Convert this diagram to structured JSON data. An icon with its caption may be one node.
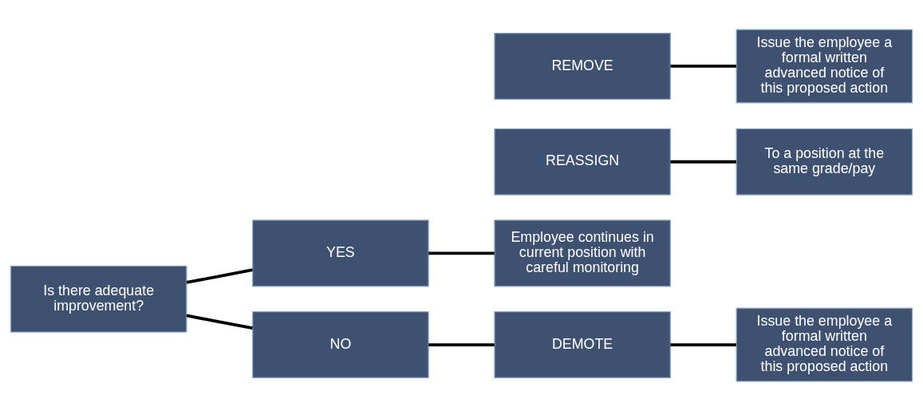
{
  "diagram": {
    "nodes": [
      {
        "text": [
          "Is there adequate improvement?"
        ]
      },
      {
        "text": [
          "YES"
        ]
      },
      {
        "text": [
          "Employee continues in current position with careful monitoring"
        ]
      },
      {
        "text": [
          "REASSIGN"
        ]
      },
      {
        "text": [
          "To a position at the same grade/pay"
        ]
      },
      {
        "text": [
          "NO"
        ]
      },
      {
        "text": [
          "DEMOTE"
        ]
      },
      {
        "text": [
          "Issue the employee a formal written advanced notice of this proposed action"
        ]
      },
      {
        "text": [
          "REMOVE"
        ]
      },
      {
        "text": [
          "Issue the employee a formal written advanced notice of this proposed action"
        ]
      }
    ],
    "edges": [
      {
        "from": 0,
        "to": 1,
        "arrow": "none"
      },
      {
        "from": 0,
        "to": 5,
        "arrow": "none"
      },
      {
        "from": 1,
        "to": 2,
        "arrow": "none"
      },
      {
        "from": 3,
        "to": 4,
        "arrow": "none"
      },
      {
        "from": 5,
        "to": 6,
        "arrow": "none"
      },
      {
        "from": 6,
        "to": 7,
        "arrow": "none"
      },
      {
        "from": 8,
        "to": 9,
        "arrow": "none"
      }
    ]
  }
}
